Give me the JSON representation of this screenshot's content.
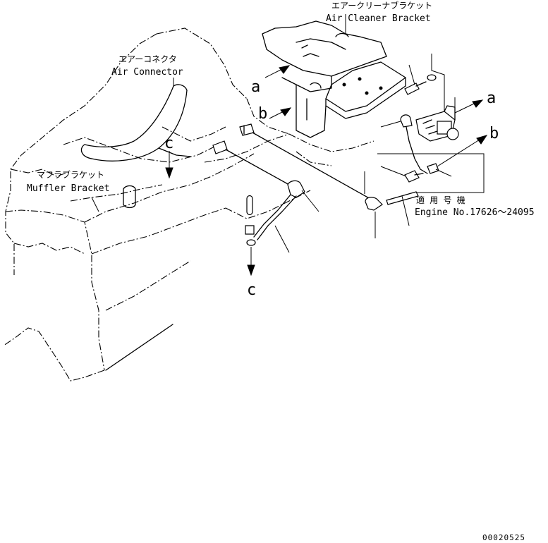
{
  "labels": {
    "air_cleaner_bracket_ja": "エアークリーナブラケット",
    "air_cleaner_bracket_en": "Air Cleaner Bracket",
    "air_connector_ja": "エアーコネクタ",
    "air_connector_en": "Air Connector",
    "muffler_bracket_ja": "マフラブラケット",
    "muffler_bracket_en": "Muffler Bracket",
    "applicable_ja": "適 用 号 機",
    "engine_no": "Engine No.17626～24095"
  },
  "callouts": {
    "a1": "a",
    "a2": "a",
    "b1": "b",
    "b2": "b",
    "c1": "c",
    "c2": "c"
  },
  "drawing_number": "00020525"
}
